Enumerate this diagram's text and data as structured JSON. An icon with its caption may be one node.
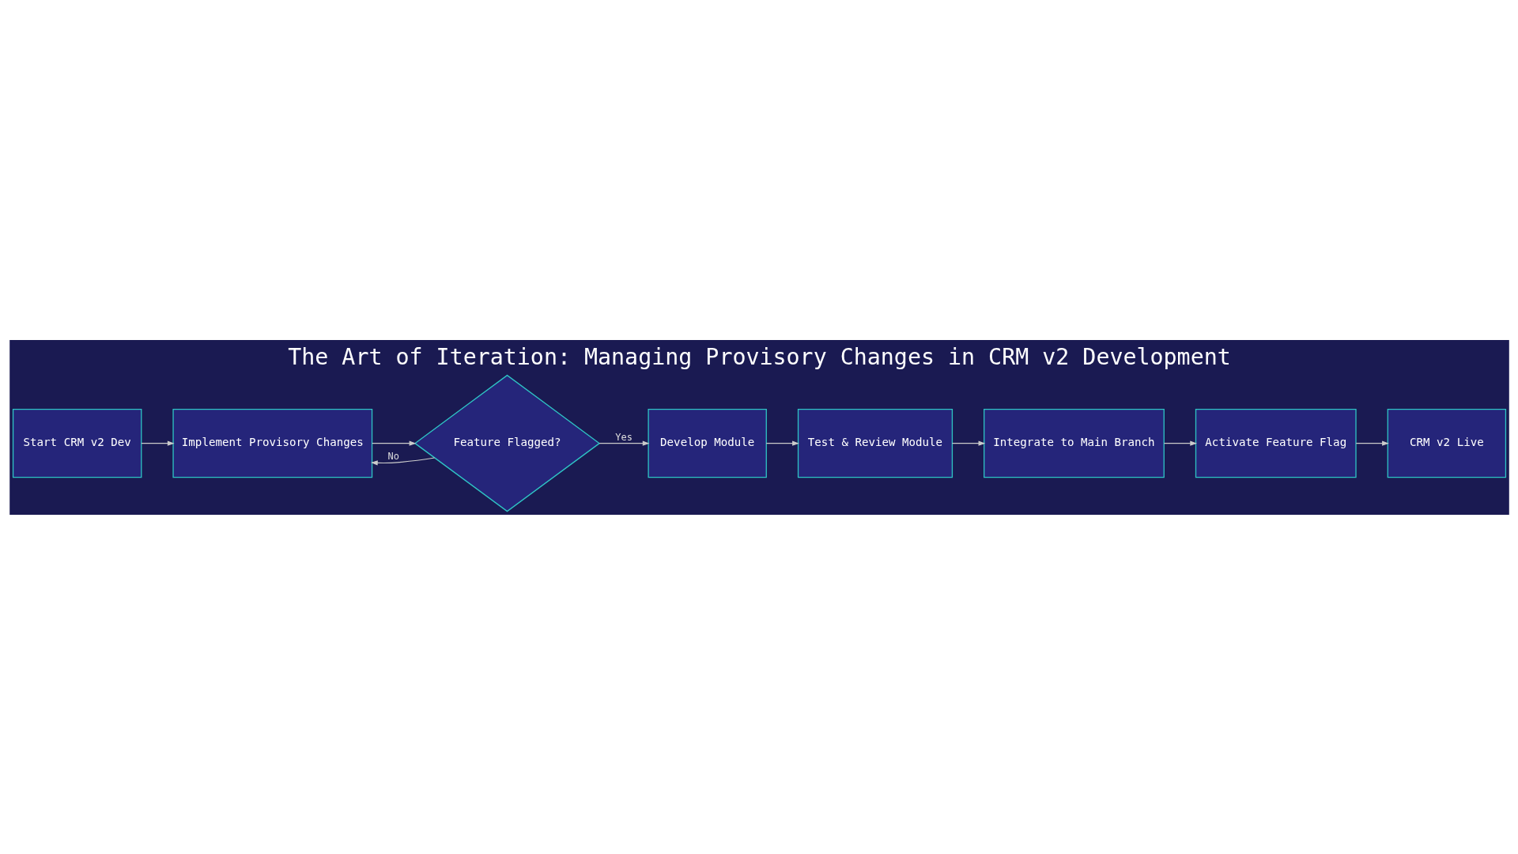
{
  "diagram": {
    "title": "The Art of Iteration: Managing Provisory Changes in CRM v2 Development",
    "nodes": [
      {
        "text": [
          "Start CRM v2 Dev"
        ]
      },
      {
        "text": [
          "Implement Provisory Changes"
        ]
      },
      {
        "text": [
          "Feature Flagged?"
        ]
      },
      {
        "text": [
          "Develop Module"
        ]
      },
      {
        "text": [
          "Test & Review Module"
        ]
      },
      {
        "text": [
          "Integrate to Main Branch"
        ]
      },
      {
        "text": [
          "Activate Feature Flag"
        ]
      },
      {
        "text": [
          "CRM v2 Live"
        ]
      }
    ],
    "edges": [
      {
        "from": 0,
        "to": 1,
        "arrow": "to"
      },
      {
        "from": 1,
        "to": 2,
        "arrow": "to"
      },
      {
        "from": 2,
        "to": 1,
        "arrow": "to",
        "label": "No"
      },
      {
        "from": 2,
        "to": 3,
        "arrow": "to",
        "label": "Yes"
      },
      {
        "from": 3,
        "to": 4,
        "arrow": "to"
      },
      {
        "from": 4,
        "to": 5,
        "arrow": "to"
      },
      {
        "from": 5,
        "to": 6,
        "arrow": "to"
      },
      {
        "from": 6,
        "to": 7,
        "arrow": "to"
      }
    ]
  }
}
